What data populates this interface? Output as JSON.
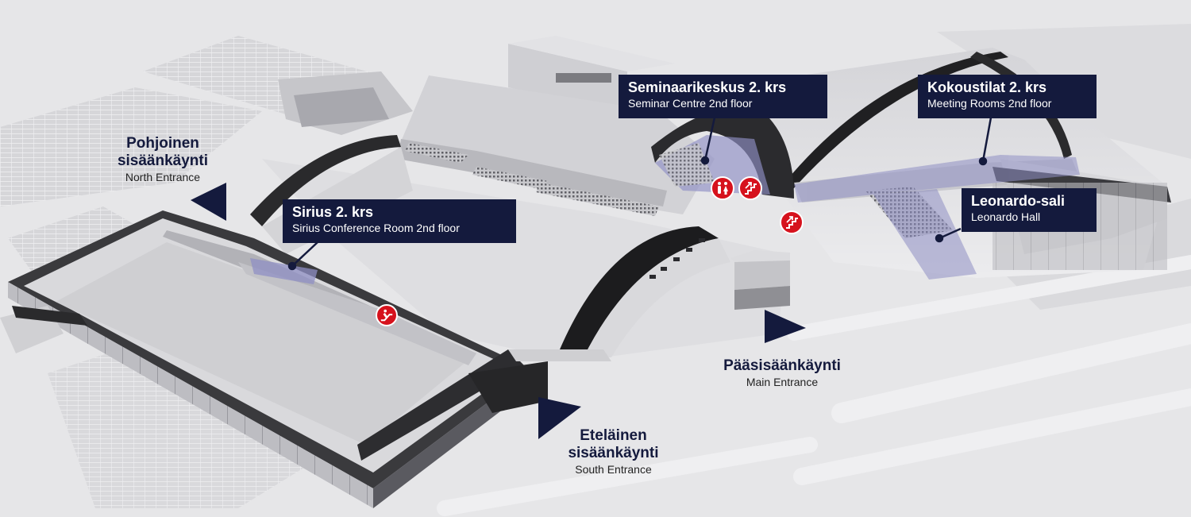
{
  "map": {
    "colors": {
      "background": "#e6e6e8",
      "label_bg": "#141a3d",
      "label_text": "#ffffff",
      "entrance_arrow": "#141a3d",
      "marker_red": "#d6121d",
      "highlight_purple": "#8f8fc4"
    },
    "rooms": [
      {
        "id": "sirius",
        "name_fi": "Sirius 2. krs",
        "name_en": "Sirius Conference Room 2nd floor"
      },
      {
        "id": "seminar",
        "name_fi": "Seminaarikeskus 2. krs",
        "name_en": "Seminar Centre 2nd floor"
      },
      {
        "id": "meeting",
        "name_fi": "Kokoustilat 2. krs",
        "name_en": "Meeting Rooms 2nd floor"
      },
      {
        "id": "leonardo",
        "name_fi": "Leonardo-sali",
        "name_en": "Leonardo Hall"
      }
    ],
    "entrances": [
      {
        "id": "north",
        "fi_line1": "Pohjoinen",
        "fi_line2": "sisäänkäynti",
        "en": "North Entrance"
      },
      {
        "id": "main",
        "fi_line1": "Pääsisäänkäynti",
        "fi_line2": "",
        "en": "Main Entrance"
      },
      {
        "id": "south",
        "fi_line1": "Eteläinen",
        "fi_line2": "sisäänkäynti",
        "en": "South Entrance"
      }
    ],
    "markers": [
      {
        "id": "restrooms",
        "icon": "restroom-icon"
      },
      {
        "id": "stairs-1",
        "icon": "stairs-icon"
      },
      {
        "id": "stairs-2",
        "icon": "stairs-icon"
      },
      {
        "id": "escalator",
        "icon": "escalator-icon"
      }
    ]
  }
}
